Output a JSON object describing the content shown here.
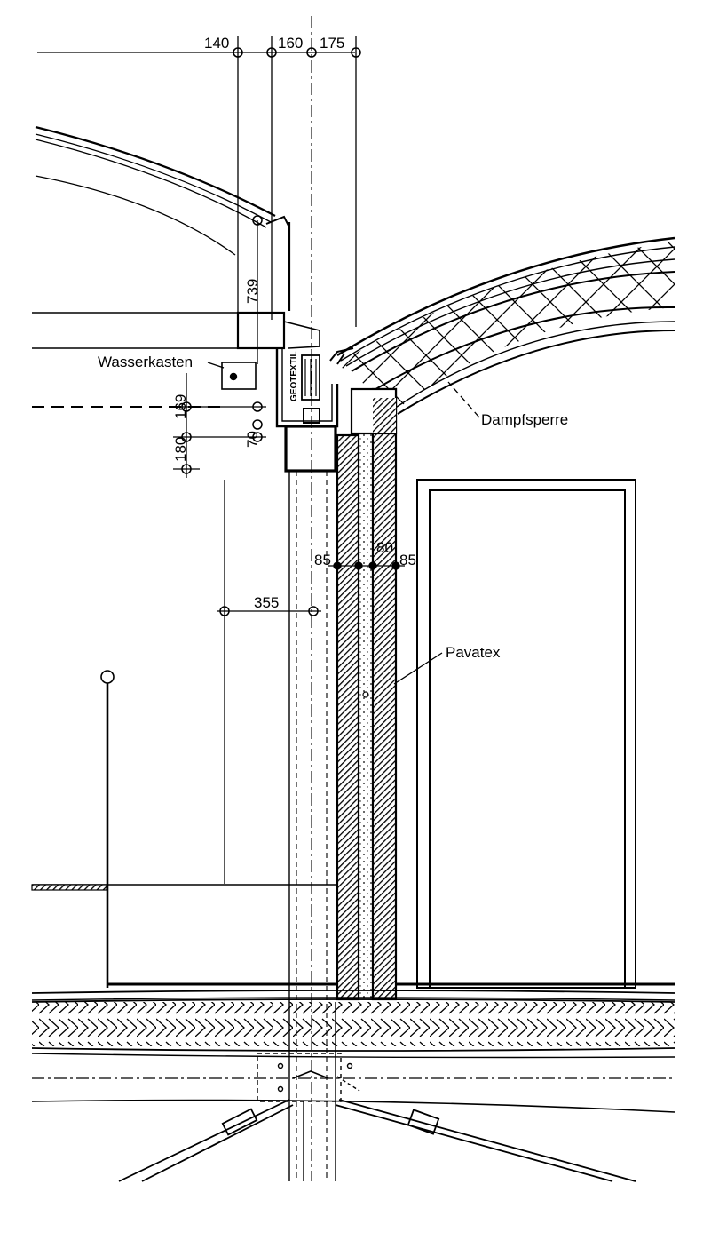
{
  "drawing": {
    "dimensions": {
      "top_140": "140",
      "top_160": "160",
      "top_175": "175",
      "d_739": "739",
      "d_169": "169",
      "d_180": "180",
      "d_70": "70",
      "d_85_left": "85",
      "d_80": "80",
      "d_85_right": "85",
      "d_355": "355"
    },
    "labels": {
      "wasserkasten": "Wasserkasten",
      "dampfsperre": "Dampfsperre",
      "pavatex": "Pavatex",
      "geotextil": "GEOTEXTIL"
    },
    "colors": {
      "ink": "#000000",
      "paper": "#ffffff",
      "hatch_fill": "#5a5a5a"
    }
  }
}
